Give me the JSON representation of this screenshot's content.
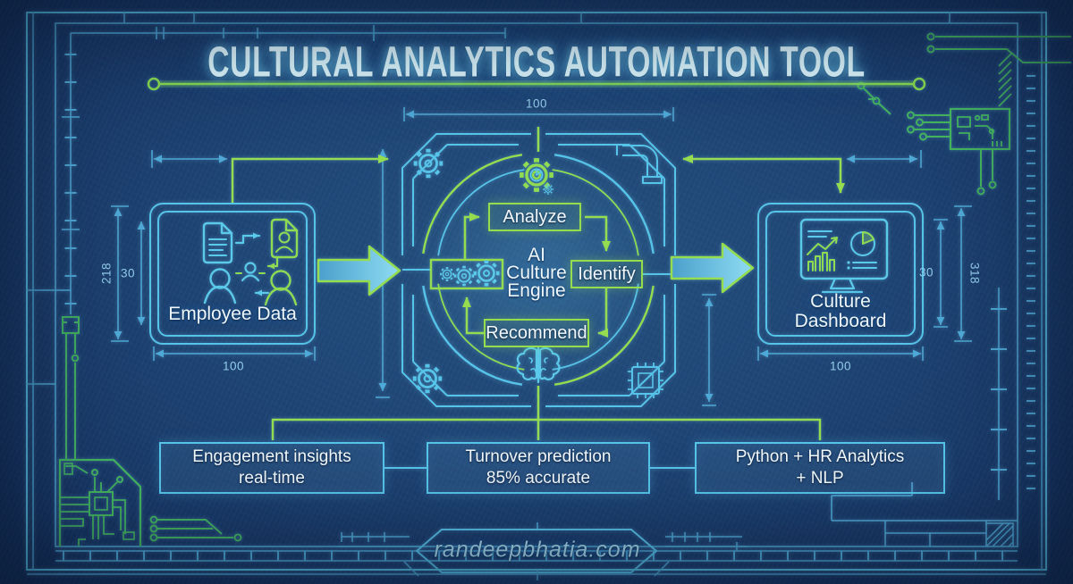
{
  "title": "CULTURAL ANALYTICS AUTOMATION TOOL",
  "nodes": {
    "input": {
      "label": "Employee Data"
    },
    "engine": {
      "label_lines": [
        "AI",
        "Culture",
        "Engine"
      ],
      "steps": [
        {
          "label": "Analyze"
        },
        {
          "label": "Identify"
        },
        {
          "label": "Recommend"
        }
      ]
    },
    "output": {
      "label_lines": [
        "Culture",
        "Dashboard"
      ]
    }
  },
  "features": [
    {
      "line1": "Engagement insights",
      "line2": "real-time"
    },
    {
      "line1": "Turnover prediction",
      "line2": "85% accurate"
    },
    {
      "line1": "Python + HR Analytics",
      "line2": "+ NLP"
    }
  ],
  "dimensions": {
    "input_height_outer": "218",
    "input_height_inner": "30",
    "input_width": "100",
    "engine_width": "100",
    "output_height_inner": "30",
    "output_height_outer": "318",
    "output_width": "100"
  },
  "footer": {
    "website": "randeepbhatia.com"
  },
  "icons": {
    "input": "people-documents-icon",
    "engine_core": "gears-icon",
    "engine_top": "gear-pie-icon",
    "engine_bottom": "brain-icon",
    "square_top_left": "gear-icon",
    "square_top_right": "pipe-elbow-icon",
    "square_bottom_left": "gear-icon",
    "square_bottom_right": "cpu-chip-icon",
    "output": "dashboard-monitor-icon",
    "corners": "circuit-board-decoration"
  },
  "colors": {
    "background": "#1e4474",
    "line_cyan": "#56c3e9",
    "line_green": "#95dd4e",
    "circuit_green": "#44b45e",
    "title_text": "#dbf5fc",
    "body_text": "#eef7fb",
    "dim_line": "#4fa9d6",
    "dim_text": "#92cdea"
  }
}
